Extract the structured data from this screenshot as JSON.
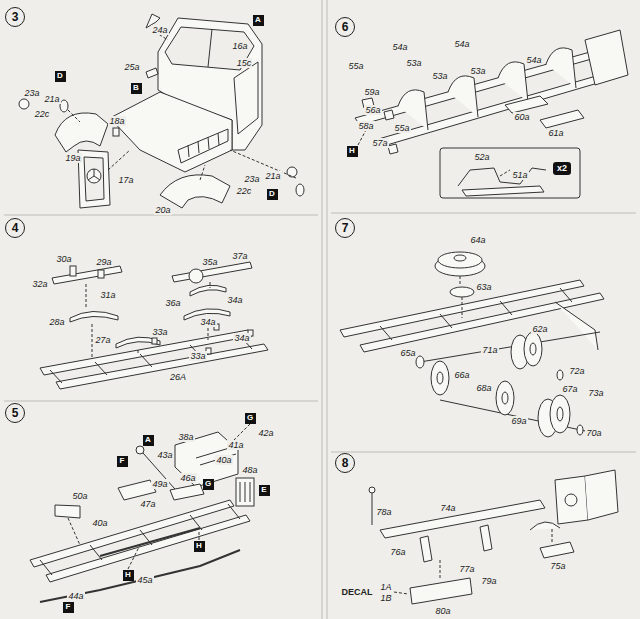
{
  "diagram": {
    "nodes": [
      {
        "text": [
          "3"
        ]
      },
      {
        "text": [
          "A"
        ]
      },
      {
        "text": [
          "D"
        ]
      },
      {
        "text": [
          "B"
        ]
      },
      {
        "text": [
          "D"
        ]
      },
      {
        "text": [
          "4"
        ]
      },
      {
        "text": [
          "5"
        ]
      },
      {
        "text": [
          "A"
        ]
      },
      {
        "text": [
          "F"
        ]
      },
      {
        "text": [
          "G"
        ]
      },
      {
        "text": [
          "G"
        ]
      },
      {
        "text": [
          "E"
        ]
      },
      {
        "text": [
          "H"
        ]
      },
      {
        "text": [
          "H"
        ]
      },
      {
        "text": [
          "F"
        ]
      },
      {
        "text": [
          "6"
        ]
      },
      {
        "text": [
          "H"
        ]
      },
      {
        "text": [
          "x2"
        ]
      },
      {
        "text": [
          "7"
        ]
      },
      {
        "text": [
          "8"
        ]
      }
    ],
    "labels": [
      "24a",
      "16a",
      "15c",
      "25a",
      "23a",
      "21a",
      "22c",
      "19a",
      "18a",
      "17a",
      "20a",
      "23a",
      "21a",
      "22c",
      "30a",
      "29a",
      "32a",
      "31a",
      "35a",
      "37a",
      "36a",
      "34a",
      "28a",
      "27a",
      "33a",
      "34a",
      "33a",
      "34a",
      "26A",
      "38a",
      "43a",
      "42a",
      "41a",
      "40a",
      "48a",
      "49a",
      "47a",
      "46a",
      "50a",
      "40a",
      "44a",
      "45a",
      "54a",
      "54a",
      "54a",
      "53a",
      "53a",
      "53a",
      "55a",
      "59a",
      "58a",
      "56a",
      "57a",
      "55a",
      "60a",
      "61a",
      "52a",
      "51a",
      "64a",
      "63a",
      "62a",
      "65a",
      "71a",
      "66a",
      "68a",
      "69a",
      "72a",
      "67a",
      "73a",
      "70a",
      "78a",
      "74a",
      "76a",
      "77a",
      "79a",
      "75a",
      "80a",
      "DECAL",
      "1A",
      "1B"
    ]
  }
}
